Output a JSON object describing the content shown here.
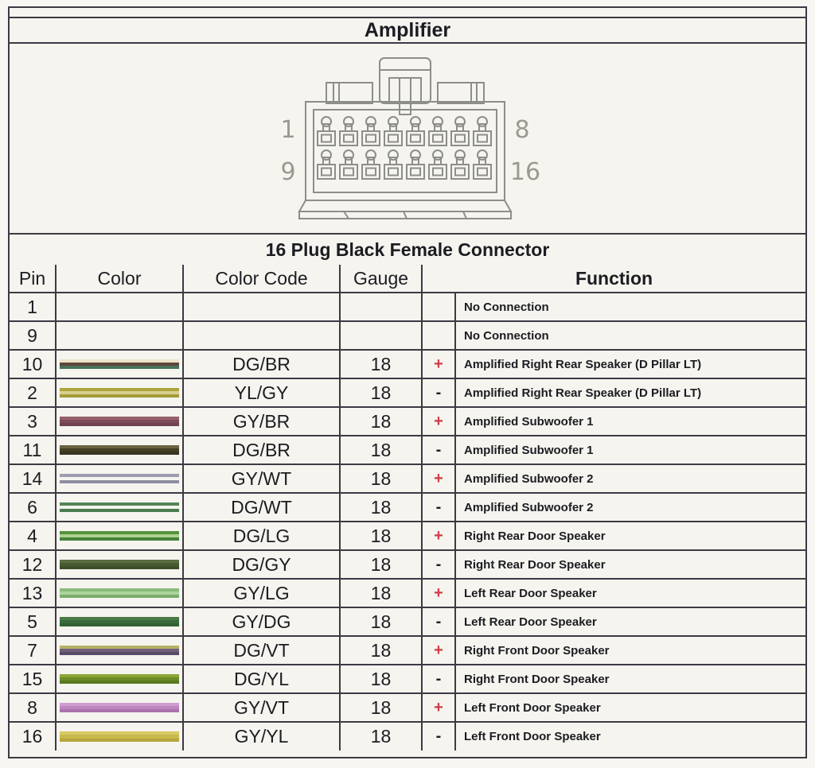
{
  "title": "Amplifier",
  "subtitle": "16 Plug Black Female Connector",
  "connector": {
    "label_top_left": "1",
    "label_top_right": "8",
    "label_bottom_left": "9",
    "label_bottom_right": "16"
  },
  "table": {
    "headers": {
      "pin": "Pin",
      "color": "Color",
      "code": "Color Code",
      "gauge": "Gauge",
      "function": "Function"
    },
    "rows": [
      {
        "pin": "1",
        "stripes": [],
        "code": "",
        "gauge": "",
        "polarity": "",
        "function": "No Connection"
      },
      {
        "pin": "9",
        "stripes": [],
        "code": "",
        "gauge": "",
        "polarity": "",
        "function": "No Connection"
      },
      {
        "pin": "10",
        "stripes": [
          "#ece4cc",
          "#5e463a",
          "#48705a"
        ],
        "code": "DG/BR",
        "gauge": "18",
        "polarity": "+",
        "function": "Amplified Right Rear Speaker (D Pillar LT)"
      },
      {
        "pin": "2",
        "stripes": [
          "#ada43c",
          "#d8d190",
          "#a59b38"
        ],
        "code": "YL/GY",
        "gauge": "18",
        "polarity": "-",
        "function": "Amplified Right Rear Speaker (D Pillar LT)"
      },
      {
        "pin": "3",
        "stripes": [
          "#93616b",
          "#7e4c58",
          "#6f4350"
        ],
        "code": "GY/BR",
        "gauge": "18",
        "polarity": "+",
        "function": "Amplified Subwoofer 1"
      },
      {
        "pin": "11",
        "stripes": [
          "#6a6240",
          "#443f26",
          "#39351f"
        ],
        "code": "DG/BR",
        "gauge": "18",
        "polarity": "-",
        "function": "Amplified Subwoofer 1"
      },
      {
        "pin": "14",
        "stripes": [
          "#9c9cae",
          "#f4f4f0",
          "#8e8ea2"
        ],
        "code": "GY/WT",
        "gauge": "18",
        "polarity": "+",
        "function": "Amplified Subwoofer 2"
      },
      {
        "pin": "6",
        "stripes": [
          "#548457",
          "#f2f2ea",
          "#4a7a4e"
        ],
        "code": "DG/WT",
        "gauge": "18",
        "polarity": "-",
        "function": "Amplified Subwoofer 2"
      },
      {
        "pin": "4",
        "stripes": [
          "#55923f",
          "#aed290",
          "#47823a"
        ],
        "code": "DG/LG",
        "gauge": "18",
        "polarity": "+",
        "function": "Right Rear Door Speaker"
      },
      {
        "pin": "12",
        "stripes": [
          "#5a6e42",
          "#475a31",
          "#3d4f2a"
        ],
        "code": "DG/GY",
        "gauge": "18",
        "polarity": "-",
        "function": "Right Rear Door Speaker"
      },
      {
        "pin": "13",
        "stripes": [
          "#8abc7c",
          "#abd49c",
          "#7bad6e"
        ],
        "code": "GY/LG",
        "gauge": "18",
        "polarity": "+",
        "function": "Left Rear Door Speaker"
      },
      {
        "pin": "5",
        "stripes": [
          "#4a7a47",
          "#3c6a3c",
          "#336033"
        ],
        "code": "GY/DG",
        "gauge": "18",
        "polarity": "-",
        "function": "Left Rear Door Speaker"
      },
      {
        "pin": "7",
        "stripes": [
          "#b4b066",
          "#70607c",
          "#564c66"
        ],
        "code": "DG/VT",
        "gauge": "18",
        "polarity": "+",
        "function": "Right Front  Door Speaker"
      },
      {
        "pin": "15",
        "stripes": [
          "#8aa637",
          "#6d8c27",
          "#5a781e"
        ],
        "code": "DG/YL",
        "gauge": "18",
        "polarity": "-",
        "function": "Right Front  Door Speaker"
      },
      {
        "pin": "8",
        "stripes": [
          "#cf9ed1",
          "#bd87c0",
          "#ab72ae"
        ],
        "code": "GY/VT",
        "gauge": "18",
        "polarity": "+",
        "function": "Left Front  Door Speaker"
      },
      {
        "pin": "16",
        "stripes": [
          "#d8c961",
          "#c9b84e",
          "#b7a53e"
        ],
        "code": "GY/YL",
        "gauge": "18",
        "polarity": "-",
        "function": "Left Front  Door Speaker"
      }
    ]
  },
  "colors": {
    "plus": "#d03c46",
    "minus": "#1e1e28",
    "grid": "#3f3844",
    "paper": "#f5f4ef",
    "diagram_line": "#8e8e88",
    "diagram_label": "#9a9a92"
  }
}
